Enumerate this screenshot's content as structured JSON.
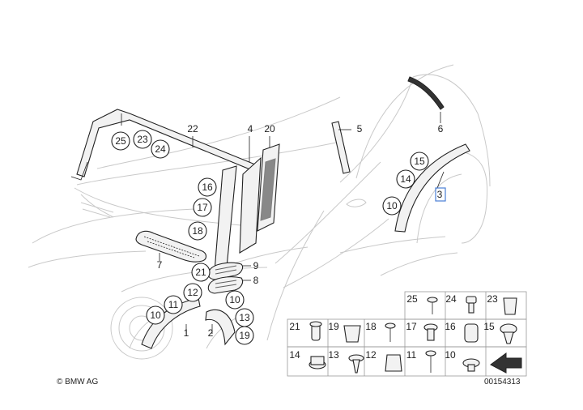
{
  "copyright": "© BMW AG",
  "diagram_number": "00154313",
  "circled_labels": [
    {
      "id": "25",
      "name": "callout-25-a"
    },
    {
      "id": "23",
      "name": "callout-23-a"
    },
    {
      "id": "24",
      "name": "callout-24-a"
    },
    {
      "id": "16",
      "name": "callout-16-a"
    },
    {
      "id": "17",
      "name": "callout-17-a"
    },
    {
      "id": "18",
      "name": "callout-18-a"
    },
    {
      "id": "21",
      "name": "callout-21-a"
    },
    {
      "id": "12",
      "name": "callout-12-a"
    },
    {
      "id": "11",
      "name": "callout-11-a"
    },
    {
      "id": "10",
      "name": "callout-10-a"
    },
    {
      "id": "10",
      "name": "callout-10-b"
    },
    {
      "id": "13",
      "name": "callout-13-a"
    },
    {
      "id": "19",
      "name": "callout-19-a"
    },
    {
      "id": "15",
      "name": "callout-15-a"
    },
    {
      "id": "14",
      "name": "callout-14-a"
    },
    {
      "id": "10",
      "name": "callout-10-c"
    }
  ],
  "plain_labels": [
    {
      "id": "22",
      "name": "label-22"
    },
    {
      "id": "4",
      "name": "label-4"
    },
    {
      "id": "20",
      "name": "label-20"
    },
    {
      "id": "5",
      "name": "label-5"
    },
    {
      "id": "6",
      "name": "label-6"
    },
    {
      "id": "3",
      "name": "label-3"
    },
    {
      "id": "7",
      "name": "label-7"
    },
    {
      "id": "9",
      "name": "label-9"
    },
    {
      "id": "8",
      "name": "label-8"
    },
    {
      "id": "1",
      "name": "label-1"
    },
    {
      "id": "2",
      "name": "label-2"
    }
  ],
  "fastener_grid": [
    {
      "id": "25",
      "name": "grid-label-25"
    },
    {
      "id": "24",
      "name": "grid-label-24"
    },
    {
      "id": "23",
      "name": "grid-label-23"
    },
    {
      "id": "21",
      "name": "grid-label-21"
    },
    {
      "id": "19",
      "name": "grid-label-19"
    },
    {
      "id": "18",
      "name": "grid-label-18"
    },
    {
      "id": "17",
      "name": "grid-label-17"
    },
    {
      "id": "16",
      "name": "grid-label-16"
    },
    {
      "id": "15",
      "name": "grid-label-15"
    },
    {
      "id": "14",
      "name": "grid-label-14"
    },
    {
      "id": "13",
      "name": "grid-label-13"
    },
    {
      "id": "12",
      "name": "grid-label-12"
    },
    {
      "id": "11",
      "name": "grid-label-11"
    },
    {
      "id": "10",
      "name": "grid-label-10"
    }
  ]
}
